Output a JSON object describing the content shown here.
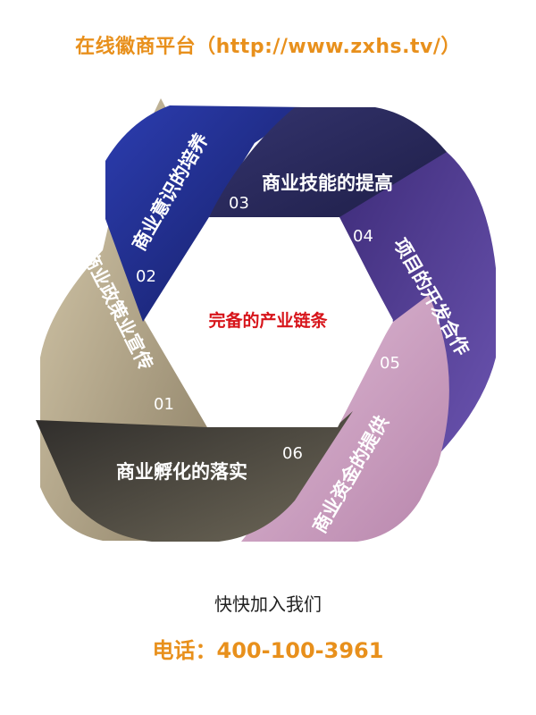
{
  "header": {
    "title": "在线徽商平台（http://www.zxhs.tv/）"
  },
  "diagram": {
    "center": "完备的产业链条",
    "segments": [
      {
        "num": "01",
        "label": "商业政策业宣传",
        "color": "#c6b596"
      },
      {
        "num": "02",
        "label": "商业意识的培养",
        "color": "#233192"
      },
      {
        "num": "03",
        "label": "商业技能的提高",
        "color": "#2c2c66"
      },
      {
        "num": "04",
        "label": "项目的开发合作",
        "color": "#5a3f9a"
      },
      {
        "num": "05",
        "label": "商业资金的提供",
        "color": "#cc9cc0"
      },
      {
        "num": "06",
        "label": "商业孵化的落实",
        "color": "#545049"
      }
    ]
  },
  "footer": {
    "cta": "快快加入我们",
    "phone": "电话：400-100-3961"
  }
}
